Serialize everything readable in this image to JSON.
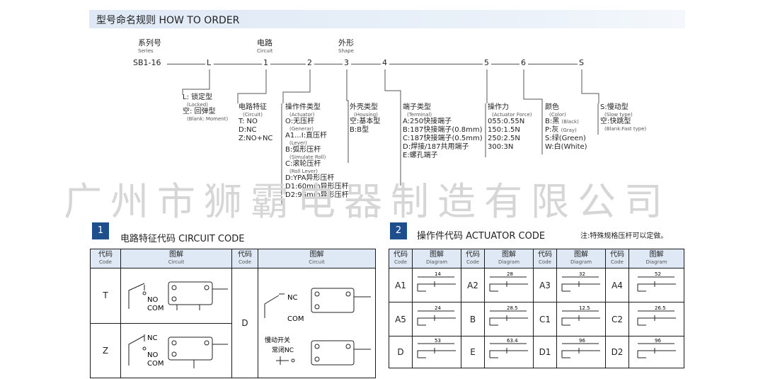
{
  "header": {
    "title": "型号命名规则  HOW TO ORDER"
  },
  "order": {
    "series": {
      "cn": "系列号",
      "en": "Series"
    },
    "circuit": {
      "cn": "电路",
      "en": "Circuit"
    },
    "shape": {
      "cn": "外形",
      "en": "Shape"
    },
    "codes": [
      "SB1-16",
      "L",
      "1",
      "2",
      "3",
      "4",
      "5",
      "6",
      "S"
    ]
  },
  "details": {
    "locked": {
      "l1": "L: 锁定型",
      "l1s": "(Locked)",
      "l2": "空: 回弹型",
      "l2s": "(Blank: Moment)"
    },
    "circuit": {
      "title": "电路特征",
      "sub": "(Circuit)",
      "items": [
        "T: NO",
        "D:NC",
        "Z:NO+NC"
      ]
    },
    "actuator": {
      "title": "操作件类型",
      "sub": "(Actuator)",
      "items": [
        {
          "t": "O:无压杆",
          "s": "(Generar)"
        },
        {
          "t": "A1...I:直压杆",
          "s": "(Lever)"
        },
        {
          "t": "B:弧形压杆",
          "s": "(Simulate Roll)"
        },
        {
          "t": "C:滚轮压杆",
          "s": "(Roll Lever)"
        },
        {
          "t": "D:YPA异形压杆",
          "s": ""
        },
        {
          "t": "D1:60mm异形压杆",
          "s": ""
        },
        {
          "t": "D2:96mm异形压杆",
          "s": ""
        }
      ]
    },
    "housing": {
      "title": "外壳类型",
      "sub": "(Housing)",
      "items": [
        "空:基本型",
        "B:B型"
      ]
    },
    "terminal": {
      "title": "端子类型",
      "sub": "(Terminal)",
      "items": [
        "A:250快接端子",
        "B:187快接端子(0.8mm)",
        "C:187快接端子(0.5mm)",
        "D:焊接/187共用端子",
        "E:螺孔端子"
      ]
    },
    "force": {
      "title": "操作力",
      "sub": "(Actuator Force)",
      "items": [
        "055:0.55N",
        "150:1.5N",
        "250:2.5N",
        "300:3N"
      ]
    },
    "color": {
      "title": "颜色",
      "sub": "(Color)",
      "items": [
        {
          "t": "B:黑",
          "s": "(Black)"
        },
        {
          "t": "P:灰",
          "s": "(Gray)"
        },
        {
          "t": "S:绿(Green)",
          "s": ""
        },
        {
          "t": "W:白(White)",
          "s": ""
        }
      ]
    },
    "action": {
      "l1": "S:慢动型",
      "l1s": "(Slow type)",
      "l2": "空:快跳型",
      "l2s": "(Blank:Fast type)"
    }
  },
  "watermark": "广州市狮霸电器制造有限公司",
  "section1": {
    "num": "1",
    "title": "电路特征代码   CIRCUIT CODE",
    "h_code": "代码",
    "h_code_en": "Code",
    "h_diag": "图解",
    "h_diag_en": "Circuit",
    "rows": [
      {
        "code": "T",
        "l1": "NO",
        "l2": "COM"
      },
      {
        "code": "Z",
        "l1": "NC",
        "l2": "NO",
        "l3": "COM"
      }
    ],
    "d": {
      "code": "D",
      "l1": "NC",
      "l2": "COM",
      "l3": "慢动开关",
      "l4": "常闭NC"
    }
  },
  "section2": {
    "num": "2",
    "title": "操作件代码  ACTUATOR CODE",
    "note": "注:特殊规格压杆可以定做。",
    "h_code": "代码",
    "h_code_en": "Code",
    "h_diag": "图解",
    "h_diag_en": "Diagram",
    "rows": [
      [
        {
          "c": "A1",
          "d": "14"
        },
        {
          "c": "A2",
          "d": "28"
        },
        {
          "c": "A3",
          "d": "32"
        },
        {
          "c": "A4",
          "d": "52"
        }
      ],
      [
        {
          "c": "A5",
          "d": "24"
        },
        {
          "c": "B",
          "d": "28.5"
        },
        {
          "c": "C1",
          "d": "12.5"
        },
        {
          "c": "C2",
          "d": "26.5"
        }
      ],
      [
        {
          "c": "D",
          "d": "53"
        },
        {
          "c": "E",
          "d": "63.4"
        },
        {
          "c": "D1",
          "d": "96"
        },
        {
          "c": "D2",
          "d": "96"
        }
      ]
    ]
  }
}
